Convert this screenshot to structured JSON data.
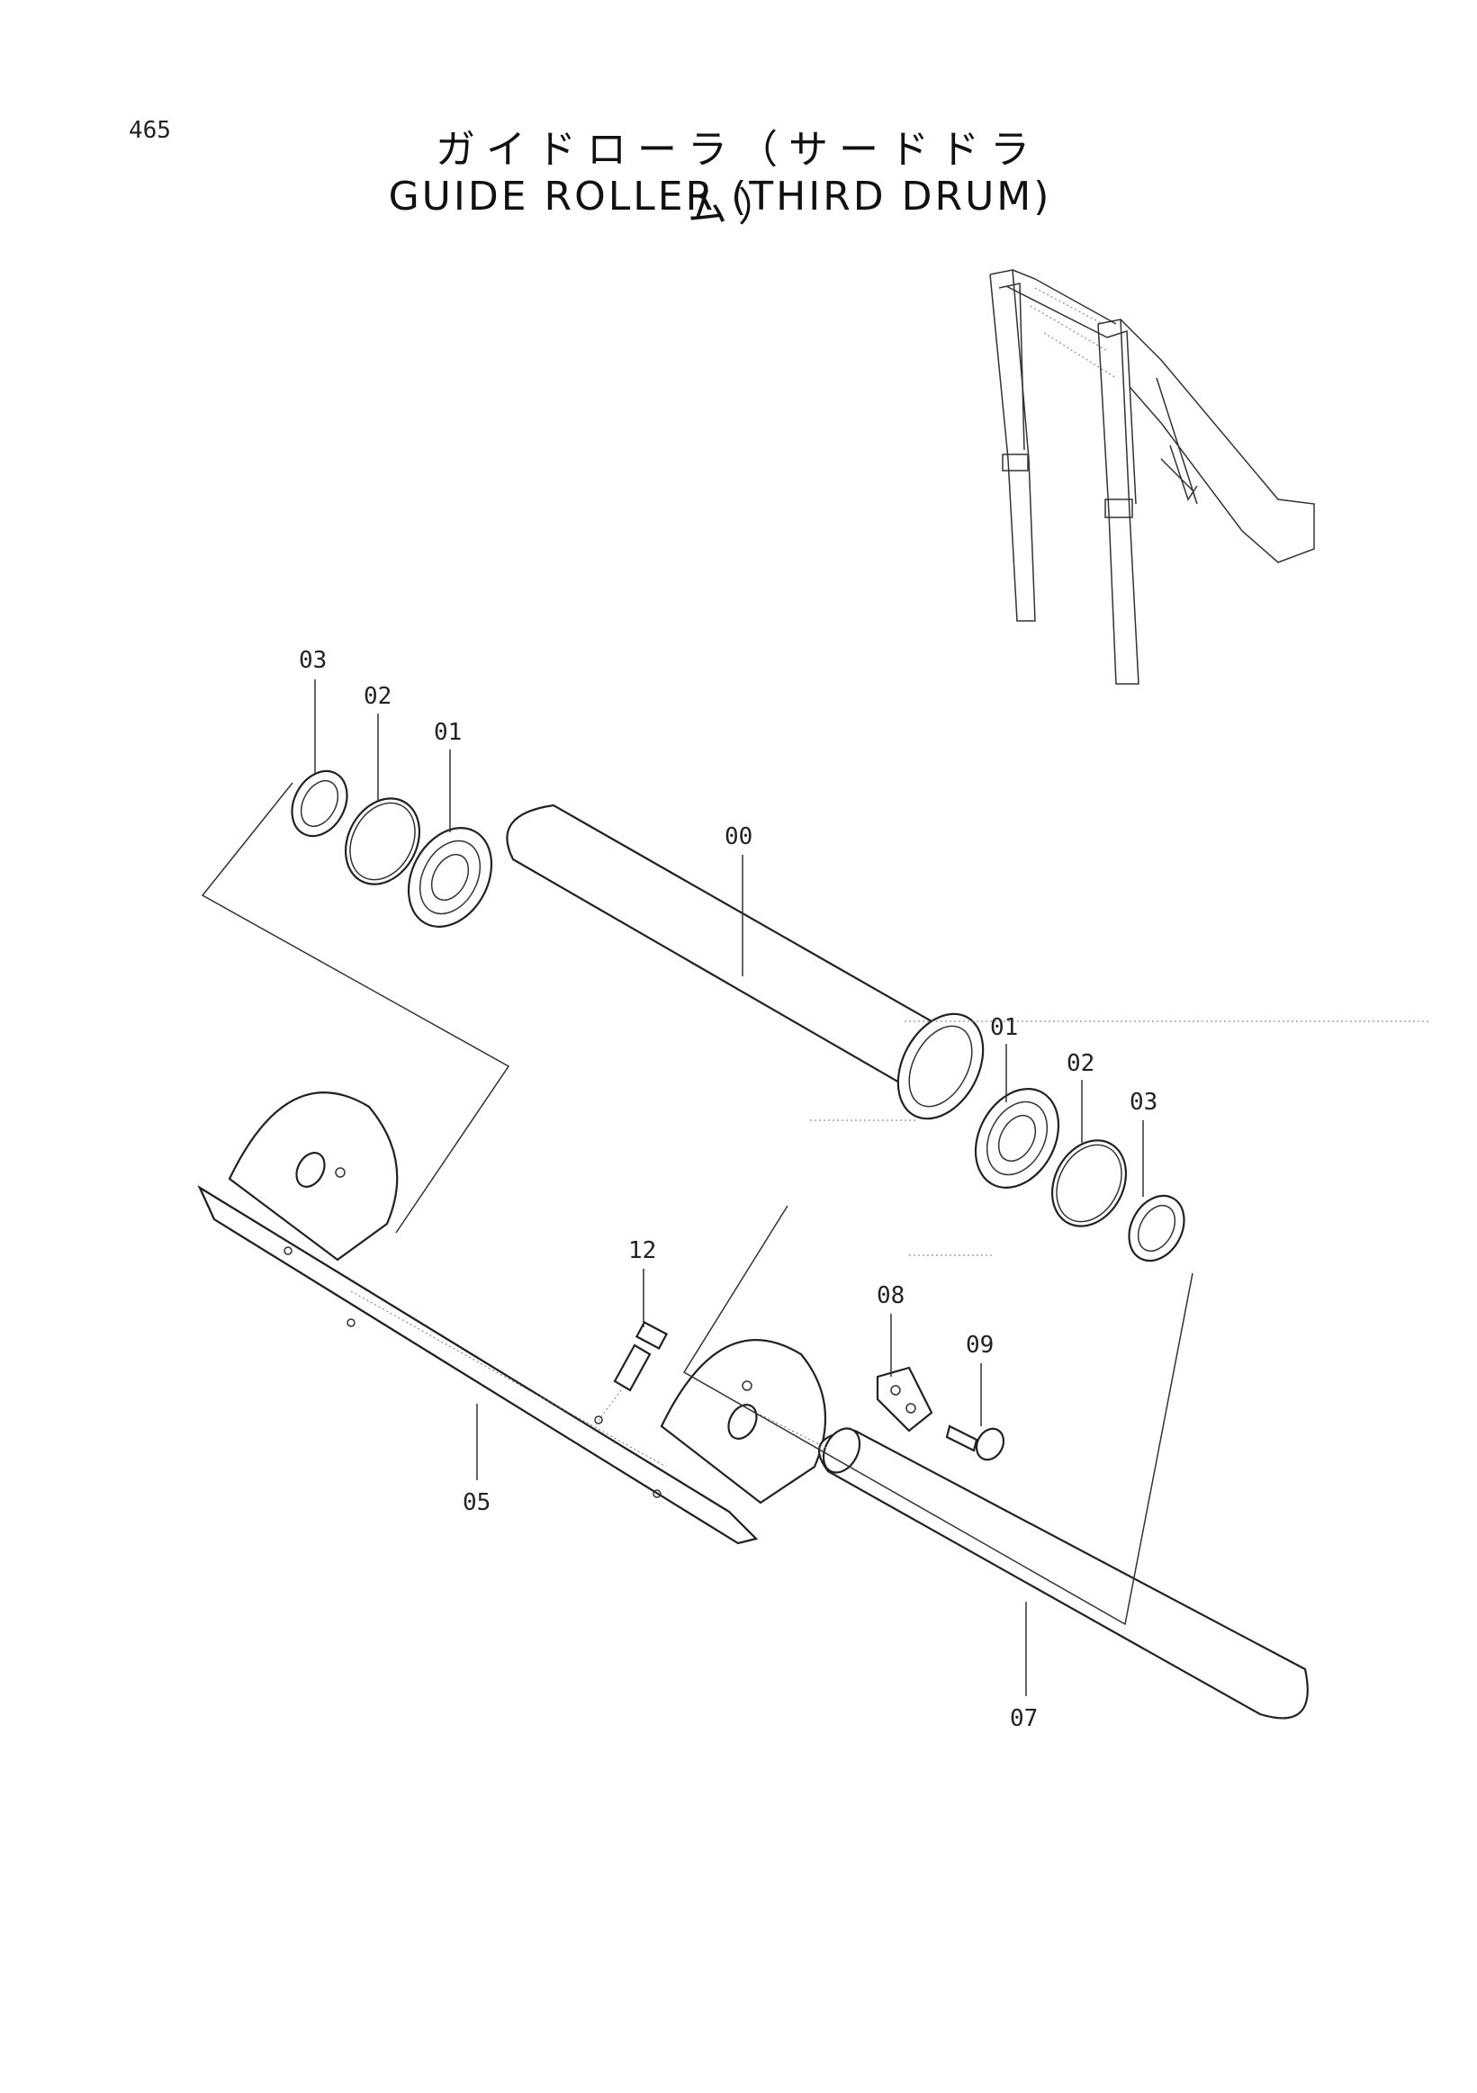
{
  "page_number": "465",
  "title_jp": "ガイドローラ（サードドラム）",
  "title_en": "GUIDE ROLLER (THIRD DRUM)",
  "callouts": {
    "c00": "00",
    "c01a": "01",
    "c02a": "02",
    "c03a": "03",
    "c01b": "01",
    "c02b": "02",
    "c03b": "03",
    "c05": "05",
    "c07": "07",
    "c08": "08",
    "c09": "09",
    "c12": "12"
  }
}
